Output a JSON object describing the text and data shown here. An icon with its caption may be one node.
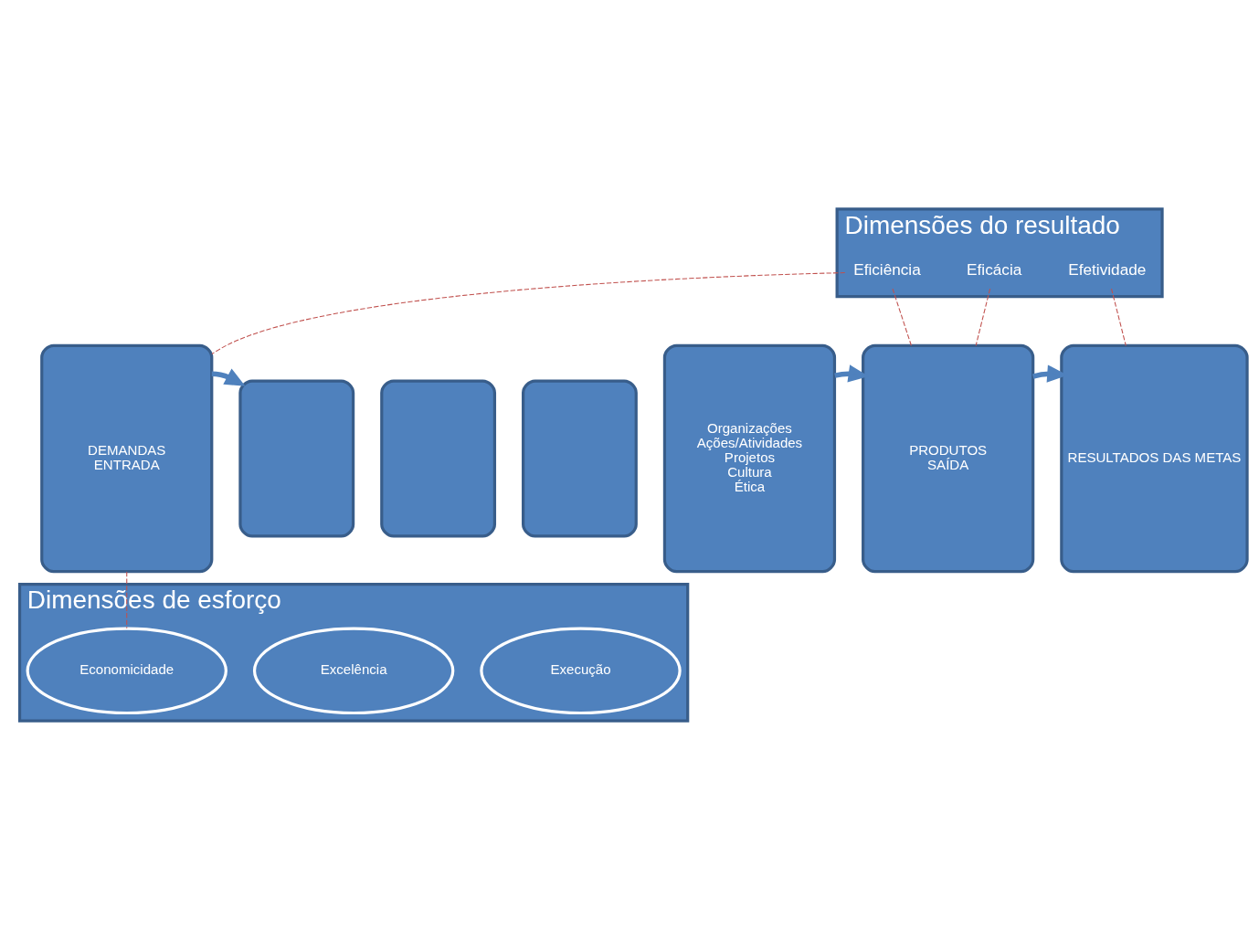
{
  "diagram": {
    "nodes": [
      {
        "text": [
          "Dimensões do resultado"
        ]
      },
      {
        "text": [
          "Eficiência"
        ],
        "in": 0
      },
      {
        "text": [
          "Eficácia"
        ],
        "in": 0
      },
      {
        "text": [
          "Efetividade"
        ],
        "in": 0
      },
      {
        "text": [
          "DEMANDAS",
          "ENTRADA"
        ]
      },
      {
        "text": [],
        "shape": "box"
      },
      {
        "text": [],
        "shape": "box"
      },
      {
        "text": [],
        "shape": "box"
      },
      {
        "text": [
          "Organizações",
          "Ações/Atividades",
          "Projetos",
          "Cultura",
          "Ética"
        ]
      },
      {
        "text": [
          "PRODUTOS",
          "SAÍDA"
        ]
      },
      {
        "text": [
          "RESULTADOS DAS METAS"
        ]
      },
      {
        "text": [
          "Dimensões de esforço"
        ]
      },
      {
        "text": [
          "Economicidade"
        ],
        "in": 11
      },
      {
        "text": [
          "Excelência"
        ],
        "in": 11
      },
      {
        "text": [
          "Execução"
        ],
        "in": 11
      }
    ],
    "edges": [
      {
        "from": 1,
        "to": 4,
        "arrow": "none",
        "style": "dashed"
      },
      {
        "from": 1,
        "to": 9,
        "arrow": "none",
        "style": "dashed"
      },
      {
        "from": 2,
        "to": 9,
        "arrow": "none",
        "style": "dashed"
      },
      {
        "from": 3,
        "to": 10,
        "arrow": "none",
        "style": "dashed"
      },
      {
        "from": 4,
        "to": 5,
        "arrow": "to",
        "style": "thick",
        "color": "#4f81bd"
      },
      {
        "from": 8,
        "to": 9,
        "arrow": "to",
        "style": "thick",
        "color": "#4f81bd"
      },
      {
        "from": 9,
        "to": 10,
        "arrow": "to",
        "style": "thick",
        "color": "#4f81bd"
      },
      {
        "from": 4,
        "to": 12,
        "arrow": "none",
        "style": "dashed"
      }
    ]
  }
}
